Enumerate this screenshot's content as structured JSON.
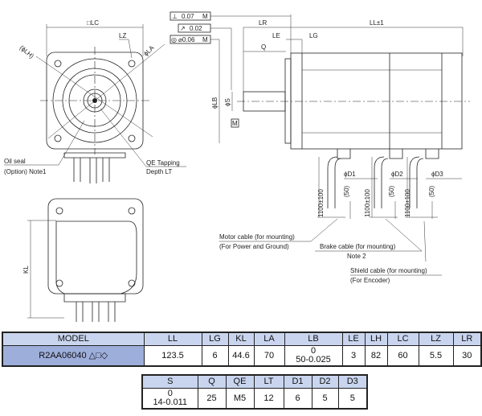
{
  "front_view": {
    "lc": "□LC",
    "lz": "LZ",
    "la": "ϕLA",
    "lh": "(ϕLH)",
    "oil_seal": "Oil seal",
    "oil_seal_note": "(Option) Note1",
    "qe_tapping": "QE Tapping",
    "depth": "Depth LT"
  },
  "tolerances": [
    {
      "symbol": "⊥",
      "value": "0.07",
      "datum": "M"
    },
    {
      "symbol": "↗",
      "value": "0.02",
      "datum": ""
    },
    {
      "symbol": "◎",
      "value": "⌀0.06",
      "datum": "M"
    }
  ],
  "side_view": {
    "lr": "LR",
    "ll": "LL±1",
    "le": "LE",
    "lg": "LG",
    "q": "Q",
    "lb": "ϕLB",
    "s": "ϕS",
    "datum": "M",
    "d1": "ϕD1",
    "d2": "ϕD2",
    "d3": "ϕD3",
    "cable_len": "1100±100",
    "lead_len": "(50)",
    "motor_cable": "Motor cable (for mounting)",
    "motor_cable_sub": "(For Power and Ground)",
    "brake_cable": "Brake cable (for mounting)",
    "brake_cable_sub": "Note 2",
    "shield_cable": "Shield cable (for mounting)",
    "shield_cable_sub": "(For Encoder)"
  },
  "bottom_view": {
    "kl": "KL"
  },
  "table1": {
    "headers": [
      "MODEL",
      "LL",
      "LG",
      "KL",
      "LA",
      "LB",
      "LE",
      "LH",
      "LC",
      "LZ",
      "LR"
    ],
    "row": [
      "R2AA06040 △□◇",
      "123.5",
      "6",
      "44.6",
      "70",
      "50-0.025",
      "3",
      "82",
      "60",
      "5.5",
      "30"
    ],
    "lb_upper": "0"
  },
  "table2": {
    "headers": [
      "S",
      "Q",
      "QE",
      "LT",
      "D1",
      "D2",
      "D3"
    ],
    "row": [
      "14-0.011",
      "25",
      "M5",
      "12",
      "6",
      "5",
      "5"
    ],
    "s_upper": "0"
  },
  "colors": {
    "header": "#c9d5ef",
    "model": "#9eaedb"
  }
}
